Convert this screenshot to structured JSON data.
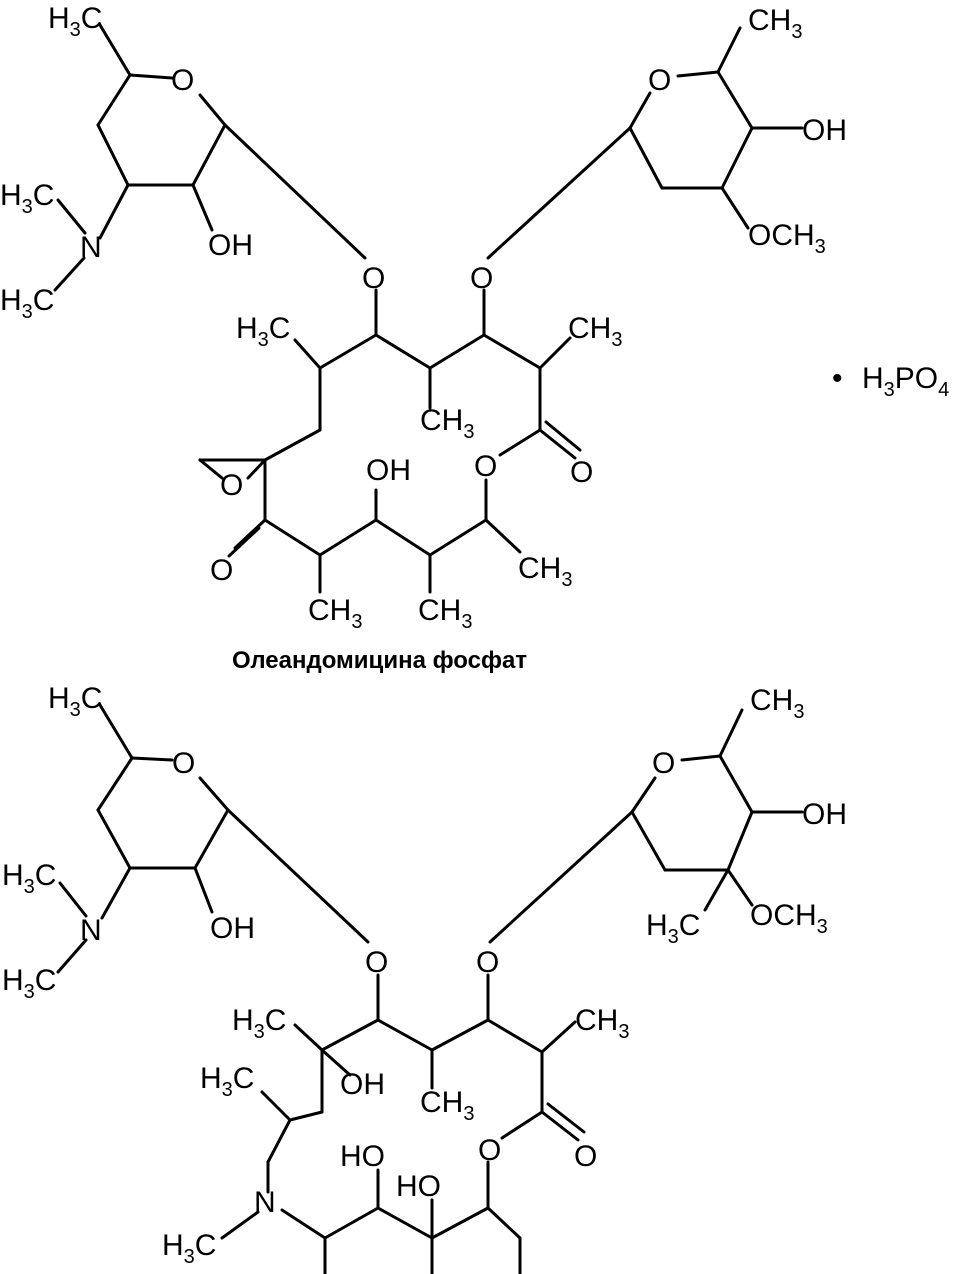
{
  "caption_top": "Олеандомицина фосфат",
  "labels": {
    "o": "O",
    "oh": "OH",
    "ho": "HO",
    "n": "N",
    "h": "H",
    "c": "C",
    "ch": "CH",
    "och": "OCH",
    "p": "PO",
    "bullet": "•",
    "sub3": "3",
    "sub4": "4"
  }
}
